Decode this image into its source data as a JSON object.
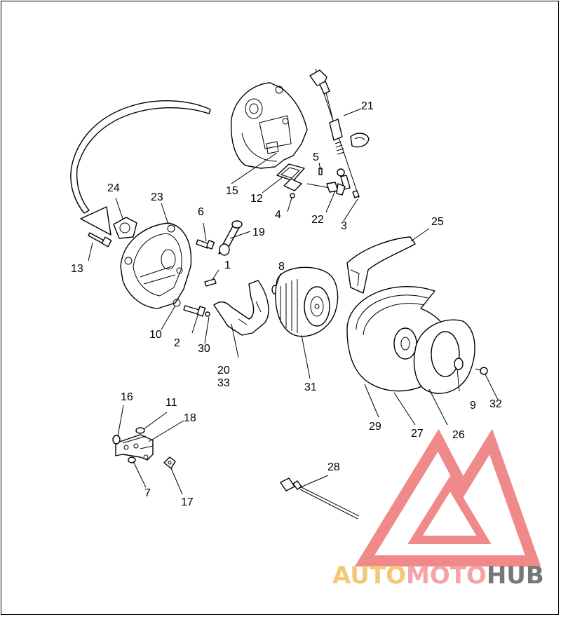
{
  "diagram": {
    "callouts": [
      {
        "id": "c1",
        "text": "1"
      },
      {
        "id": "c2",
        "text": "2"
      },
      {
        "id": "c3",
        "text": "3"
      },
      {
        "id": "c4",
        "text": "4"
      },
      {
        "id": "c5",
        "text": "5"
      },
      {
        "id": "c6",
        "text": "6"
      },
      {
        "id": "c7",
        "text": "7"
      },
      {
        "id": "c8",
        "text": "8"
      },
      {
        "id": "c9",
        "text": "9"
      },
      {
        "id": "c10",
        "text": "10"
      },
      {
        "id": "c11",
        "text": "11"
      },
      {
        "id": "c12",
        "text": "12"
      },
      {
        "id": "c13",
        "text": "13"
      },
      {
        "id": "c15",
        "text": "15"
      },
      {
        "id": "c16",
        "text": "16"
      },
      {
        "id": "c17",
        "text": "17"
      },
      {
        "id": "c18",
        "text": "18"
      },
      {
        "id": "c19",
        "text": "19"
      },
      {
        "id": "c20",
        "text": "20"
      },
      {
        "id": "c33",
        "text": "33"
      },
      {
        "id": "c21",
        "text": "21"
      },
      {
        "id": "c22",
        "text": "22"
      },
      {
        "id": "c23",
        "text": "23"
      },
      {
        "id": "c24",
        "text": "24"
      },
      {
        "id": "c25",
        "text": "25"
      },
      {
        "id": "c26",
        "text": "26"
      },
      {
        "id": "c27",
        "text": "27"
      },
      {
        "id": "c28",
        "text": "28"
      },
      {
        "id": "c29",
        "text": "29"
      },
      {
        "id": "c30",
        "text": "30"
      },
      {
        "id": "c31",
        "text": "31"
      },
      {
        "id": "c32",
        "text": "32"
      }
    ]
  },
  "watermark": {
    "part1": "AUTO",
    "part2": "MOTO",
    "part3": "HUB",
    "colors": {
      "triangle": "#f08a8a",
      "auto": "#f5c877",
      "moto": "#f3a5a5",
      "hub": "#777777"
    }
  }
}
